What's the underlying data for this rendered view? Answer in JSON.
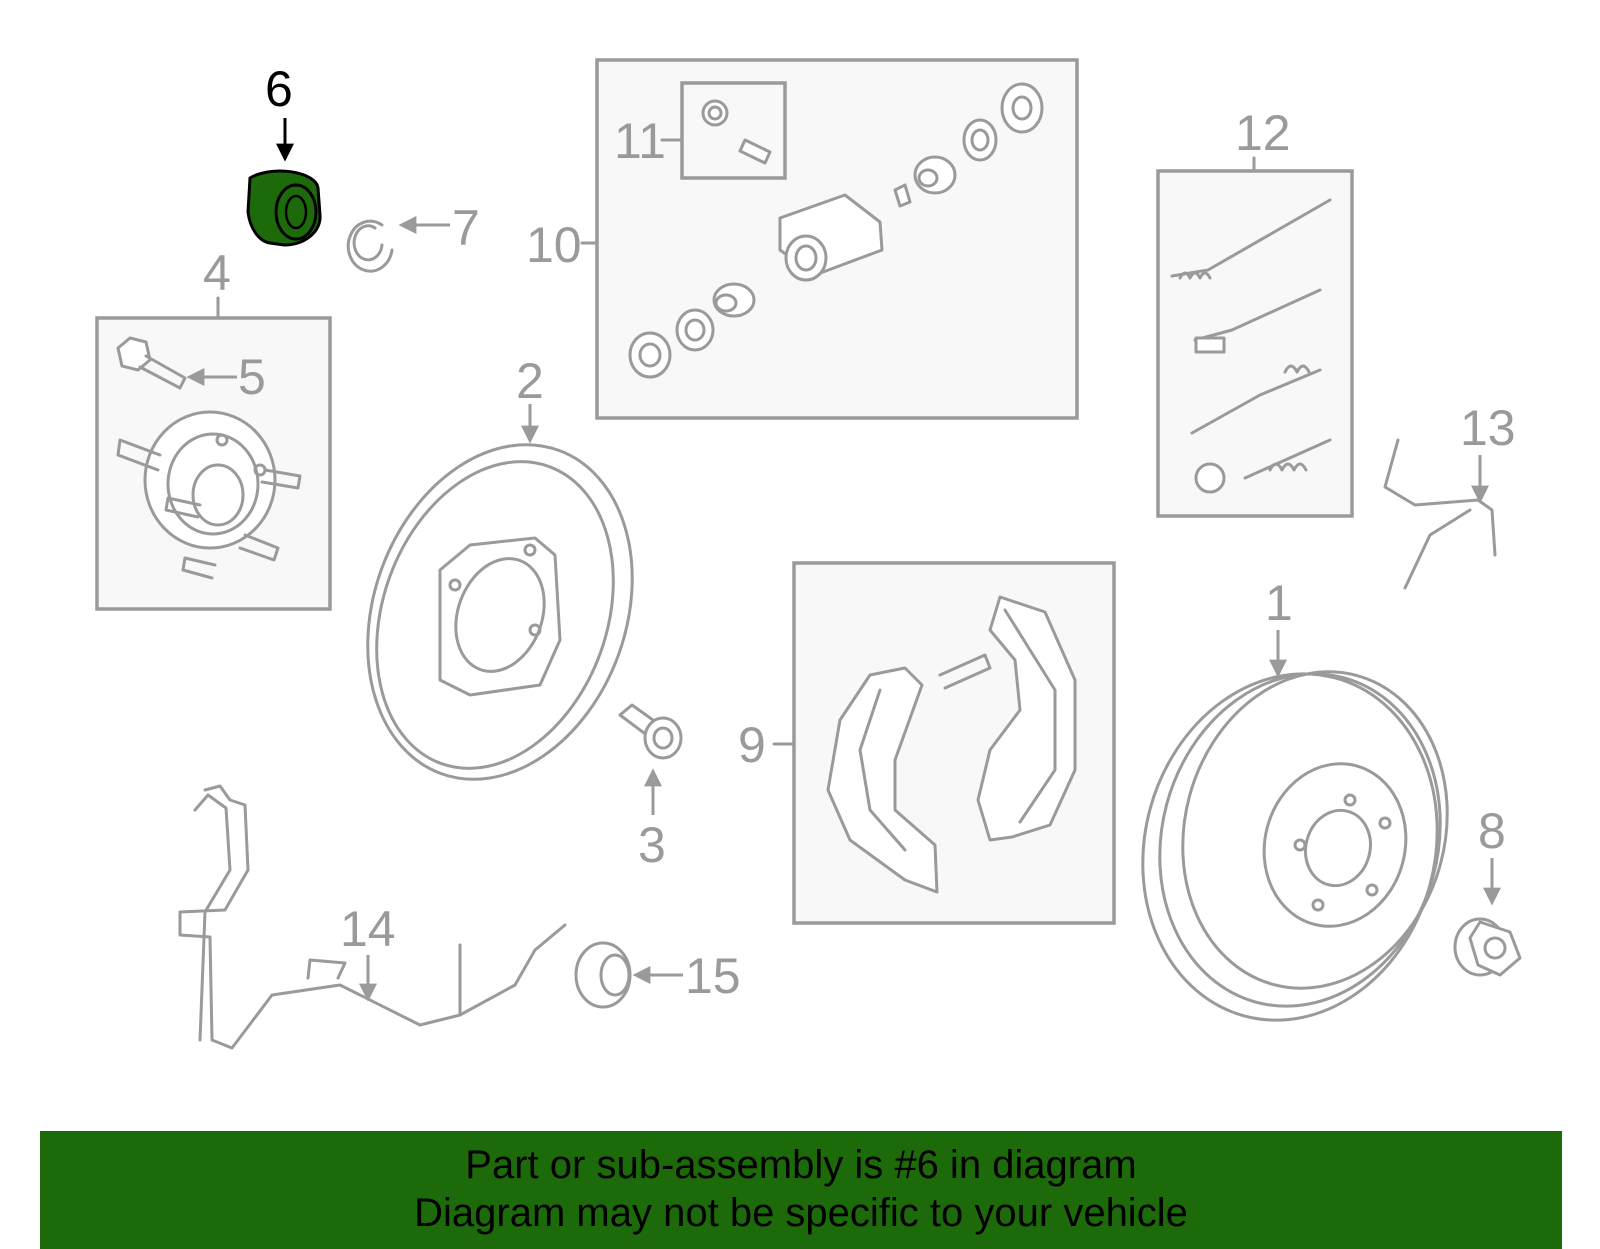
{
  "colors": {
    "highlight": "#1d6a0b",
    "linework": "#9a9a9a",
    "footer_bg": "#1d6a0b"
  },
  "labels": {
    "p1": "1",
    "p2": "2",
    "p3": "3",
    "p4": "4",
    "p5": "5",
    "p6": "6",
    "p7": "7",
    "p8": "8",
    "p9": "9",
    "p10": "10",
    "p11": "11",
    "p12": "12",
    "p13": "13",
    "p14": "14",
    "p15": "15"
  },
  "highlighted_part": "6",
  "footer": {
    "line1": "Part or sub-assembly is #6 in diagram",
    "line2": "Diagram may not be specific to your vehicle"
  }
}
